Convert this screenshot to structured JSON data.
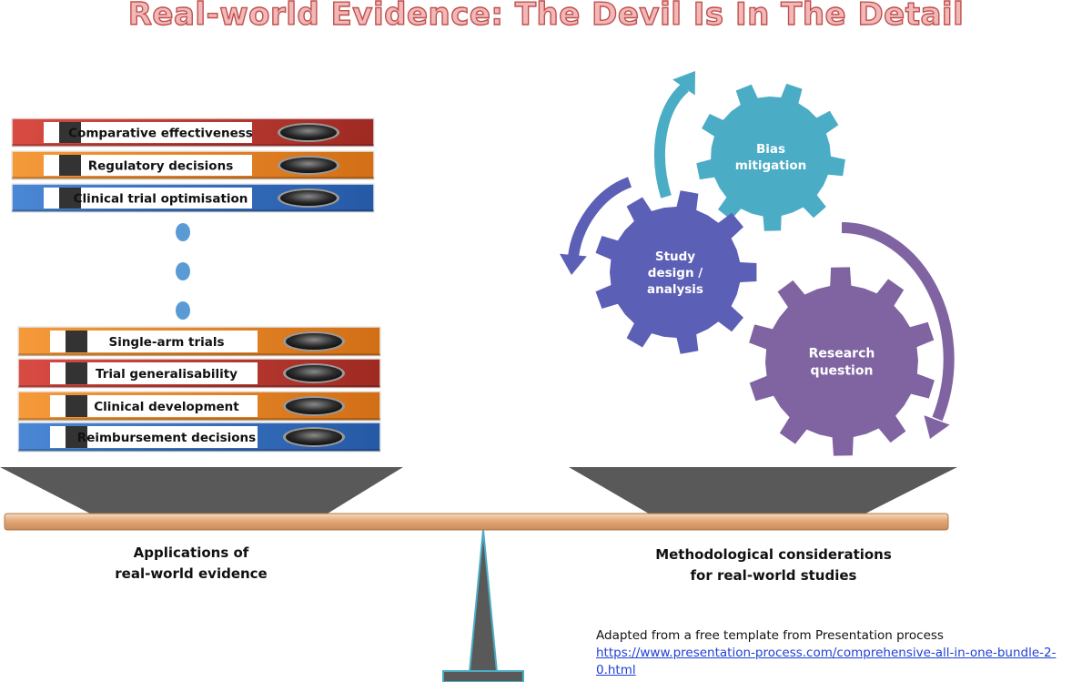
{
  "title": "Real-world Evidence: The Devil Is In The Detail",
  "books_top": [
    {
      "label": "Comparative effectiveness",
      "color": "red"
    },
    {
      "label": "Regulatory decisions",
      "color": "orange"
    },
    {
      "label": "Clinical trial optimisation",
      "color": "blue"
    }
  ],
  "books_bottom": [
    {
      "label": "Single-arm trials",
      "color": "orange"
    },
    {
      "label": "Trial generalisability",
      "color": "red"
    },
    {
      "label": "Clinical development",
      "color": "orange"
    },
    {
      "label": "Reimbursement decisions",
      "color": "blue"
    }
  ],
  "gears": [
    {
      "label": "Bias mitigation",
      "lines": [
        "Bias",
        "mitigation"
      ],
      "color": "#4bacc6"
    },
    {
      "label": "Study design / analysis",
      "lines": [
        "Study",
        "design /",
        "analysis"
      ],
      "color": "#5b5fb5"
    },
    {
      "label": "Research question",
      "lines": [
        "Research",
        "question"
      ],
      "color": "#8064a2"
    }
  ],
  "arrow_colors": {
    "cyan": "#4bacc6",
    "indigo": "#5b5fb5",
    "purple": "#8064a2"
  },
  "left_caption": {
    "line1": "Applications of",
    "line2": "real-world evidence"
  },
  "right_caption": {
    "line1": "Methodological considerations",
    "line2": "for real-world studies"
  },
  "credit": {
    "text": "Adapted from a free template from Presentation process ",
    "link": "https://www.presentation-process.com/comprehensive-all-in-one-bundle-2-0.html"
  },
  "colors": {
    "red": "#c0392b",
    "orange": "#e87d1e",
    "blue": "#2e6dbd",
    "dots": "#5b9bd5",
    "scale_grey": "#595959",
    "plank": "#e6b88a",
    "pillar_outline": "#4bacc6"
  }
}
